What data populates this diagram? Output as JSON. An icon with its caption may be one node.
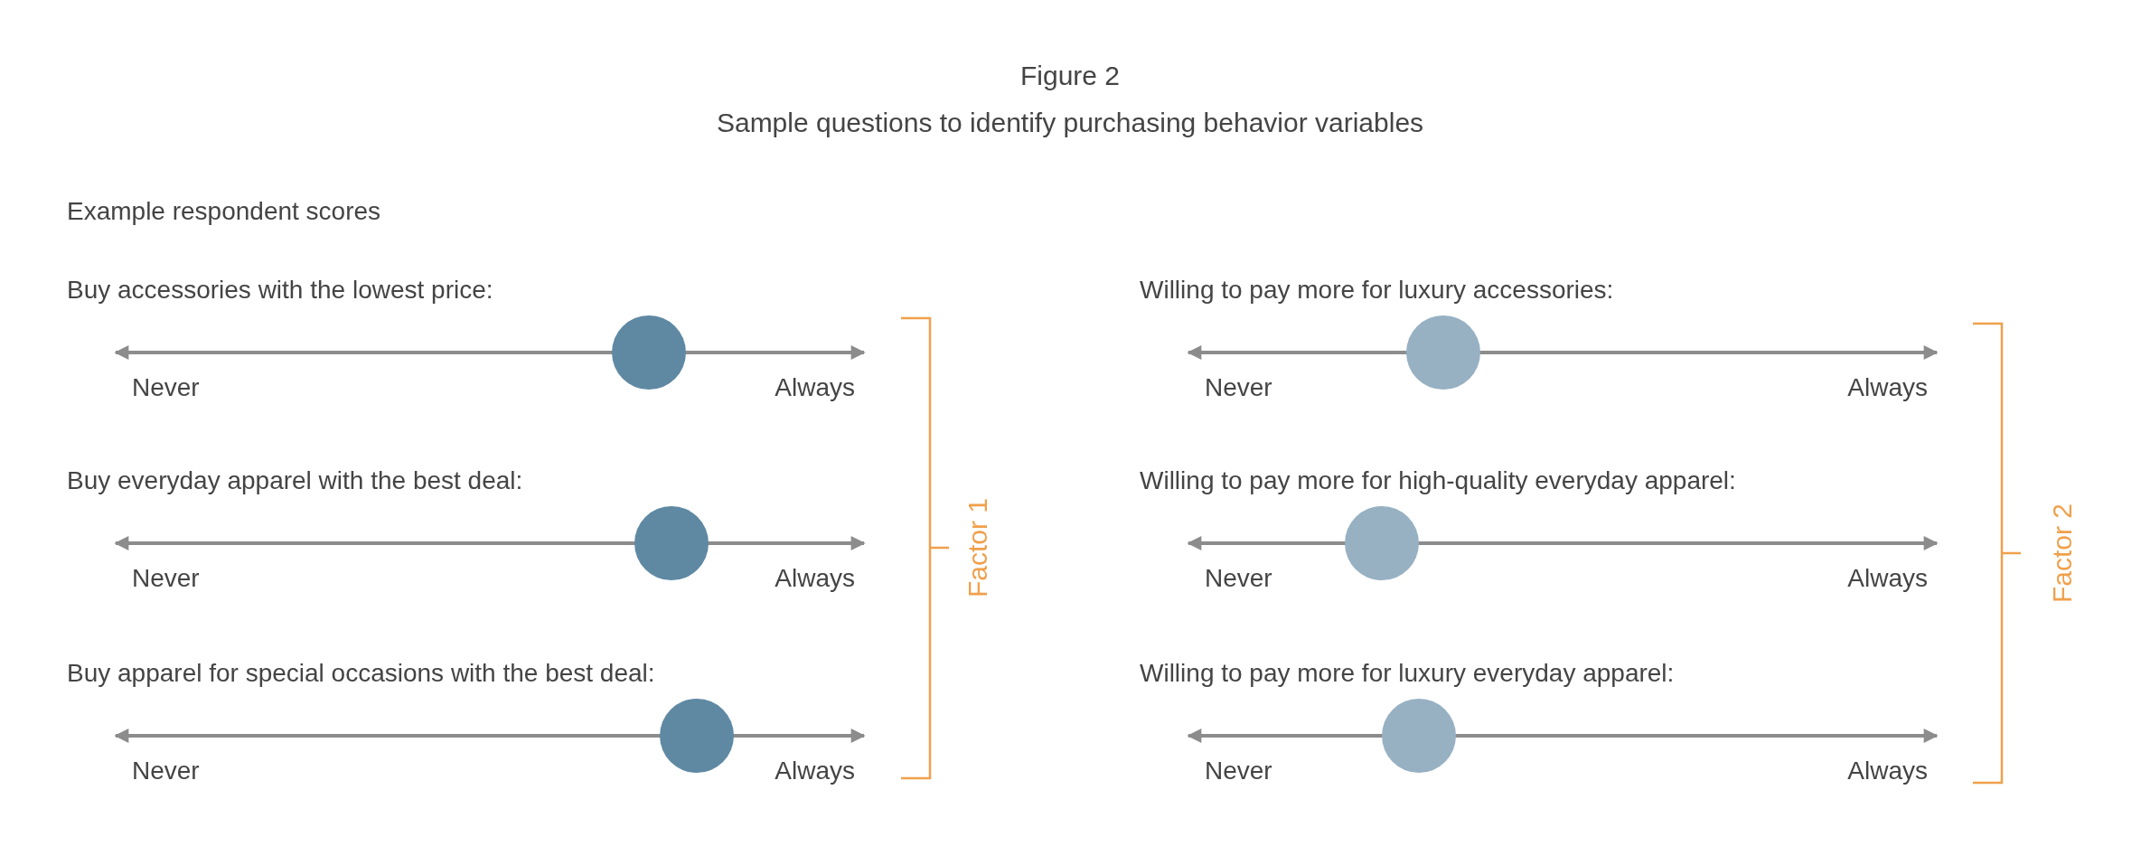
{
  "diagram": {
    "title": "Figure 2",
    "labels": [
      "Sample questions to identify purchasing behavior variables",
      "Example respondent scores",
      "Buy accessories with the lowest price:",
      "Never",
      "Always",
      "Buy everyday apparel with the best deal:",
      "Never",
      "Always",
      "Buy apparel for special occasions with the best deal:",
      "Never",
      "Always",
      "Willing to pay more for luxury accessories:",
      "Never",
      "Always",
      "Willing to pay more for high-quality everyday apparel:",
      "Never",
      "Always",
      "Willing to pay more for luxury everyday apparel:",
      "Never",
      "Always",
      "Factor 1",
      "Factor 2"
    ]
  }
}
